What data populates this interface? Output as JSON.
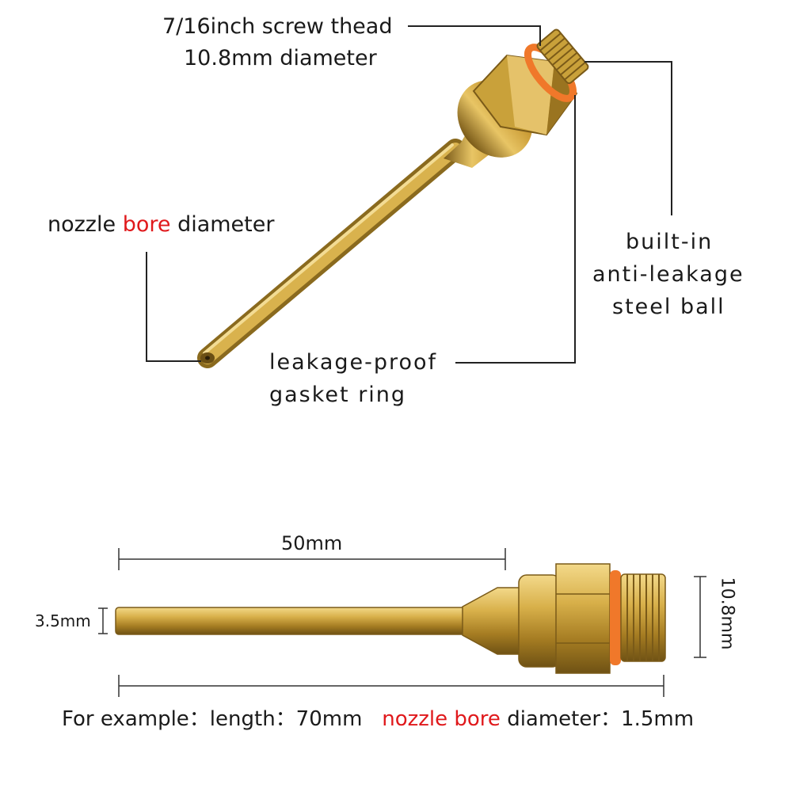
{
  "callouts": {
    "thread_line1": "7/16inch screw thead",
    "thread_line2": "10.8mm diameter",
    "bore_pre": "nozzle",
    "bore_red": "bore",
    "bore_post": "diameter",
    "ball_line1": "built-in",
    "ball_line2": "anti-leakage",
    "ball_line3": "steel ball",
    "gasket_line1": "leakage-proof",
    "gasket_line2": "gasket ring"
  },
  "dimensions": {
    "length_50": "50mm",
    "tube_dia": "3.5mm",
    "thread_dia": "10.8mm"
  },
  "footer": {
    "prefix": "For example：length：70mm",
    "red": "nozzle bore",
    "suffix": "diameter：1.5mm"
  },
  "colors": {
    "brass": "#c9a13a",
    "brass_dark": "#8a6a1e",
    "gasket": "#f0782a",
    "accent_red": "#e0191c"
  }
}
